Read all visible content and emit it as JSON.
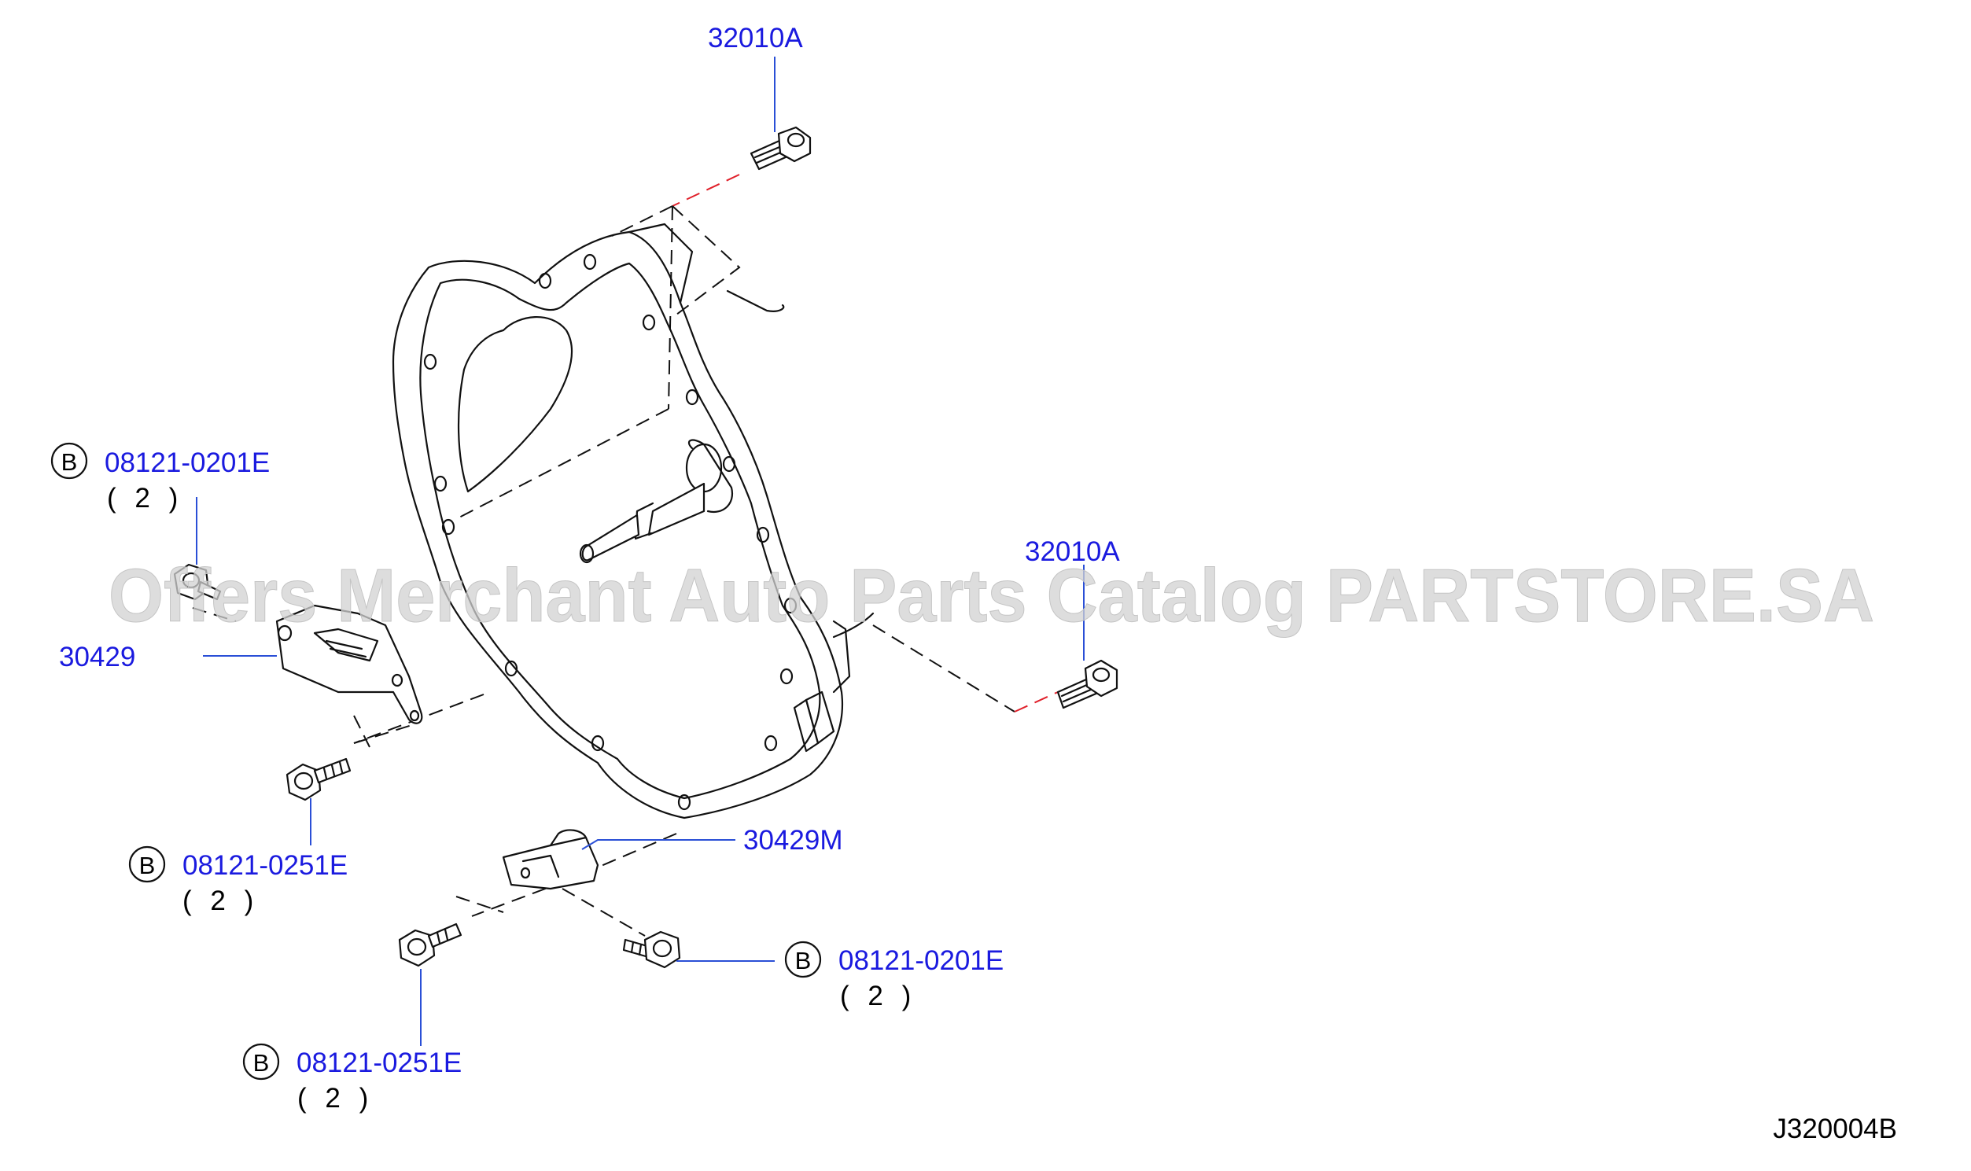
{
  "watermark": "Offers Merchant Auto Parts Catalog PARTSTORE.SA",
  "diagram_code": "J320004B",
  "callouts": {
    "bolt_top": {
      "part": "32010A"
    },
    "bolt_right": {
      "part": "32010A"
    },
    "bolt_upper_left": {
      "marker": "B",
      "part": "08121-0201E",
      "qty": "( 2 )"
    },
    "bracket_left": {
      "part": "30429"
    },
    "bolt_mid_left": {
      "marker": "B",
      "part": "08121-0251E",
      "qty": "( 2 )"
    },
    "bracket_lower": {
      "part": "30429M"
    },
    "bolt_lower_right": {
      "marker": "B",
      "part": "08121-0201E",
      "qty": "( 2 )"
    },
    "bolt_bottom": {
      "marker": "B",
      "part": "08121-0251E",
      "qty": "( 2 )"
    }
  },
  "colors": {
    "label_blue": "#1a1adf",
    "leader_blue": "#2a4fd6",
    "line_black": "#111111",
    "dash_red": "#e0202a",
    "watermark_gray": "#d2d2d2"
  }
}
